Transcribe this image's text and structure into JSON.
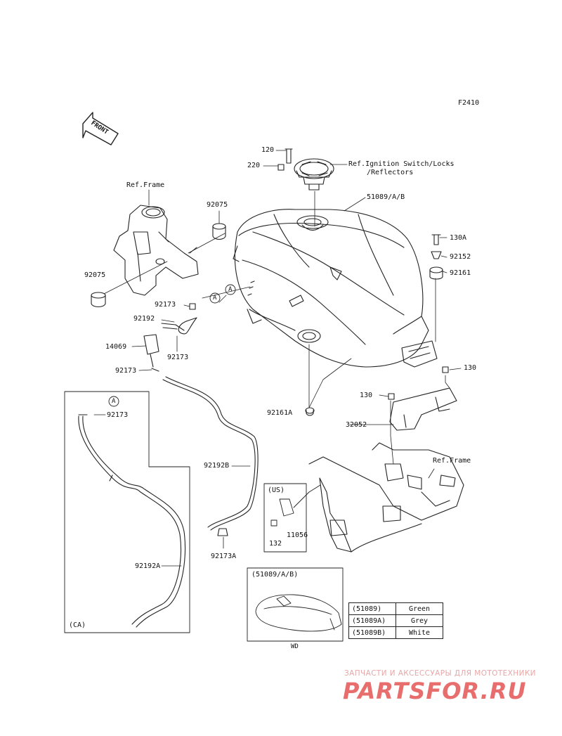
{
  "figure_code": "F2410",
  "front_label": "FRONT",
  "labels": {
    "p120": "120",
    "p220": "220",
    "ref_ignition_1": "Ref.Ignition Switch/Locks",
    "ref_ignition_2": "/Reflectors",
    "p51089": "51089/A/B",
    "ref_frame_top": "Ref.Frame",
    "p92075_top": "92075",
    "p92075_left": "92075",
    "p130A": "130A",
    "p92152": "92152",
    "p92161": "92161",
    "p92173_a": "92173",
    "p92192": "92192",
    "p14069": "14069",
    "p92173_b": "92173",
    "p92173_c": "92173",
    "p130_right": "130",
    "p130_mid": "130",
    "p92161A": "92161A",
    "p32052": "32052",
    "ref_frame_bottom": "Ref.Frame",
    "p92192B": "92192B",
    "p92173_ca": "92173",
    "p92192A": "92192A",
    "ca_label": "(CA)",
    "us_label": "(US)",
    "p132": "132",
    "p11056": "11056",
    "p92173A": "92173A",
    "circle_a1": "A",
    "circle_a2": "A",
    "circle_a3": "A",
    "color_box_title": "(51089/A/B)",
    "wd_label": "WD"
  },
  "color_table": [
    {
      "part": "(51089)",
      "color": "Green"
    },
    {
      "part": "(51089A)",
      "color": "Grey"
    },
    {
      "part": "(51089B)",
      "color": "White"
    }
  ],
  "watermark": {
    "tagline": "ЗАПЧАСТИ И АКСЕССУАРЫ ДЛЯ МОТОТЕХНИКИ",
    "logo": "PARTSFOR.RU"
  }
}
